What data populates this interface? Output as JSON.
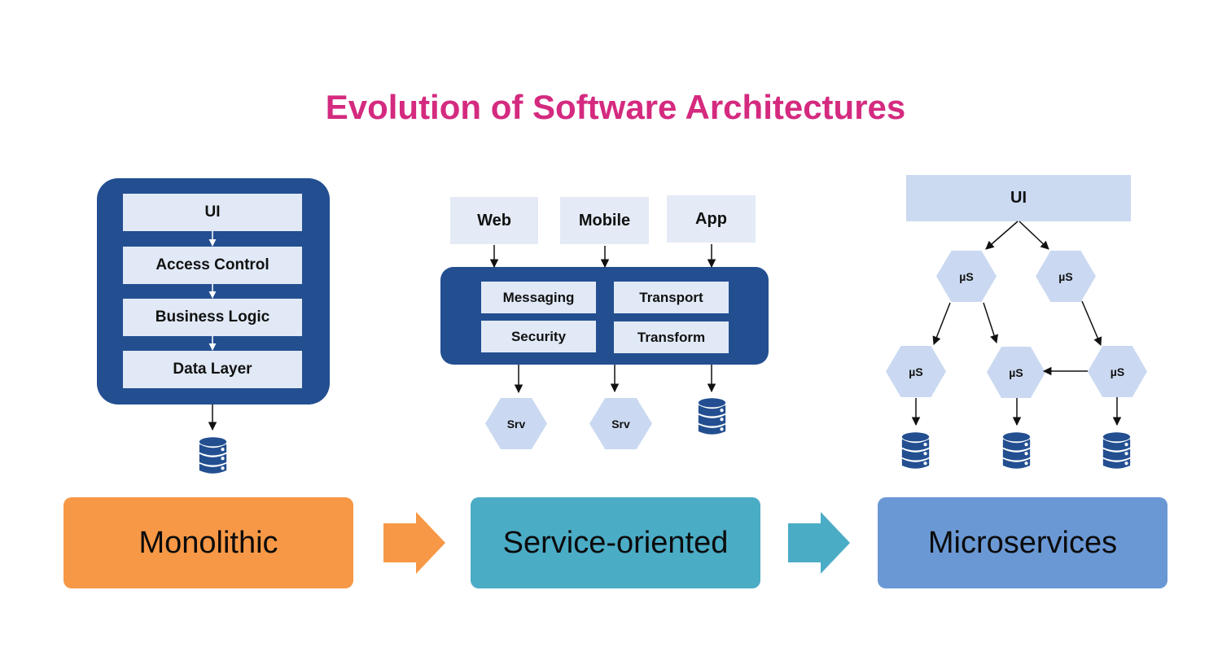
{
  "title": "Evolution of Software Architectures",
  "monolithic": {
    "layers": [
      "UI",
      "Access Control",
      "Business Logic",
      "Data Layer"
    ],
    "database_icon": "database-icon"
  },
  "service_oriented": {
    "clients": [
      "Web",
      "Mobile",
      "App"
    ],
    "bus_components": [
      "Messaging",
      "Transport",
      "Security",
      "Transform"
    ],
    "services": [
      "Srv",
      "Srv"
    ],
    "database_icon": "database-icon"
  },
  "microservices": {
    "ui_label": "UI",
    "services": [
      "µS",
      "µS",
      "µS",
      "µS",
      "µS"
    ],
    "database_icon": "database-icon"
  },
  "stages": [
    {
      "label": "Monolithic",
      "color": "#f79846"
    },
    {
      "label": "Service-oriented",
      "color": "#4bacc6"
    },
    {
      "label": "Microservices",
      "color": "#6a98d4"
    }
  ],
  "stage_arrows": [
    {
      "color": "#f79846"
    },
    {
      "color": "#4bacc6"
    }
  ],
  "colors": {
    "title": "#d42a7f",
    "panel": "#234f91",
    "light_box": "#e1e9f6",
    "hex": "#cad9f1",
    "database": "#234f91"
  }
}
